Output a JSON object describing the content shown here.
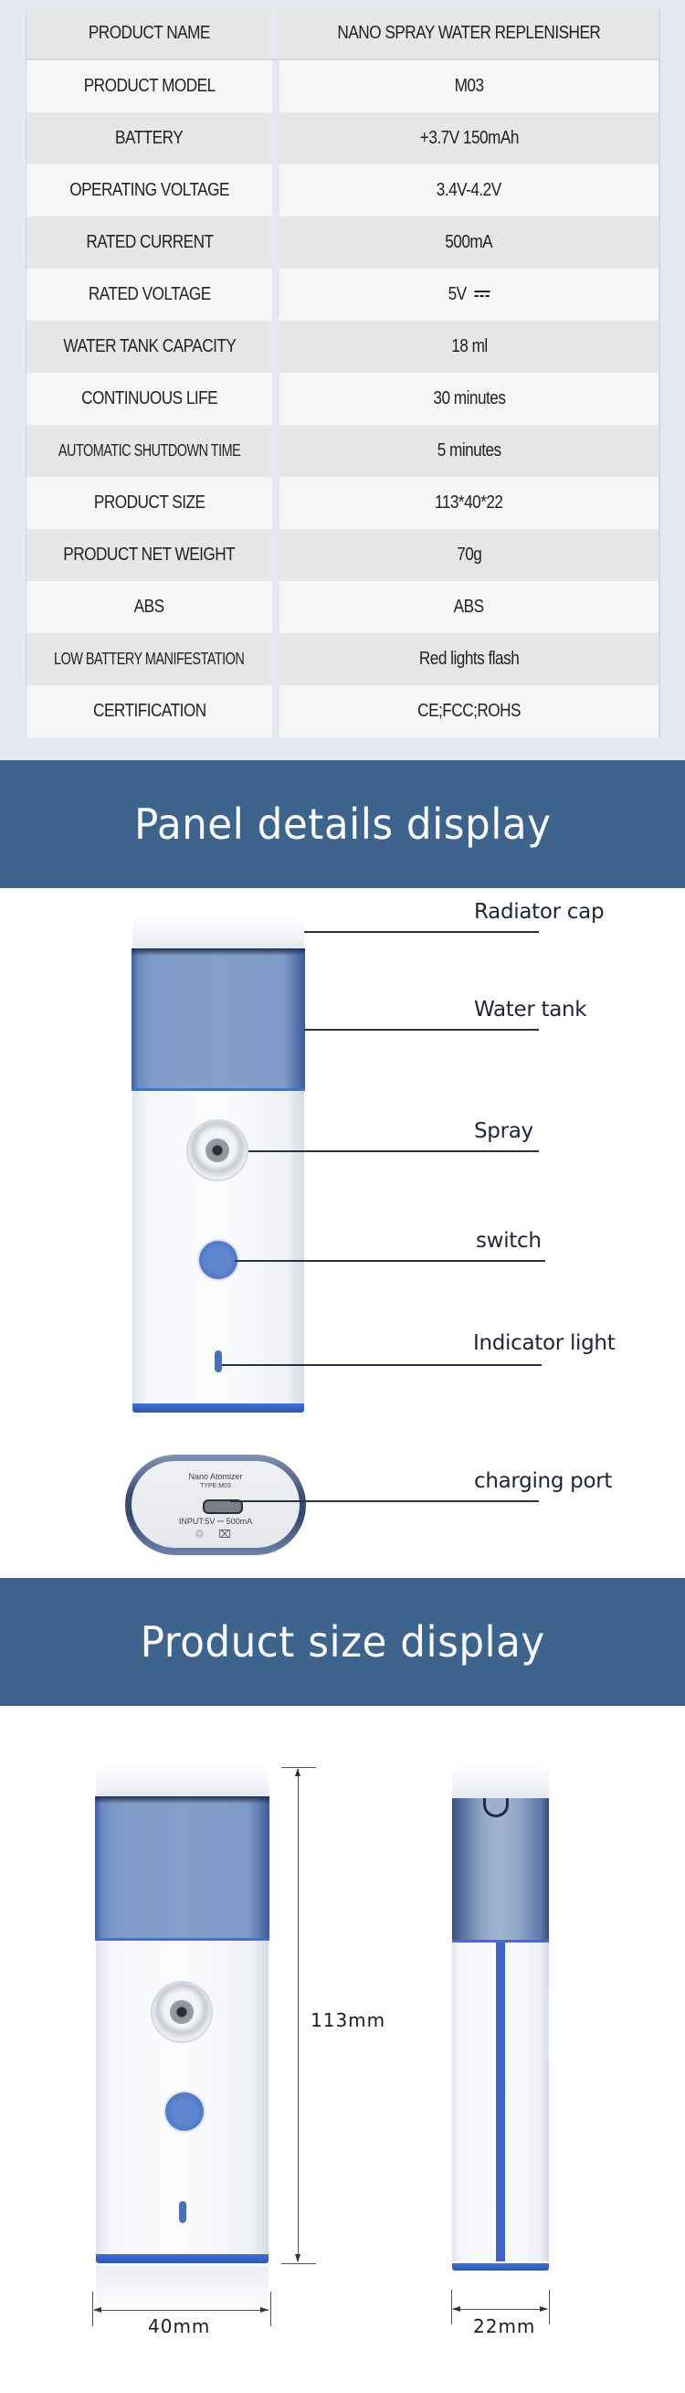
{
  "spec_table": {
    "rows": [
      {
        "label": "PRODUCT NAME",
        "value": "NANO SPRAY WATER REPLENISHER"
      },
      {
        "label": "PRODUCT MODEL",
        "value": "M03"
      },
      {
        "label": "BATTERY",
        "value": "+3.7V 150mAh"
      },
      {
        "label": "OPERATING VOLTAGE",
        "value": "3.4V-4.2V"
      },
      {
        "label": "RATED CURRENT",
        "value": "500mA"
      },
      {
        "label": "RATED VOLTAGE",
        "value": "5V"
      },
      {
        "label": "WATER TANK CAPACITY",
        "value": "18 ml"
      },
      {
        "label": "CONTINUOUS  LIFE",
        "value": "30 minutes"
      },
      {
        "label": "AUTOMATIC SHUTDOWN TIME",
        "value": "5 minutes"
      },
      {
        "label": "PRODUCT SIZE",
        "value": "113*40*22"
      },
      {
        "label": "PRODUCT NET WEIGHT",
        "value": "70g"
      },
      {
        "label": "ABS",
        "value": "ABS"
      },
      {
        "label": "LOW BATTERY MANIFESTATION",
        "value": "Red lights flash"
      },
      {
        "label": "CERTIFICATION",
        "value": "CE;FCC;ROHS"
      }
    ],
    "rated_voltage_symbol": "dc-symbol"
  },
  "panel_section": {
    "title": "Panel details display",
    "callouts": [
      {
        "label": "Radiator cap"
      },
      {
        "label": "Water tank"
      },
      {
        "label": "Spray"
      },
      {
        "label": "switch"
      },
      {
        "label": "Indicator light"
      },
      {
        "label": "charging port"
      }
    ],
    "bottom_view": {
      "title": "Nano Atomizer",
      "type": "TYPE:M03",
      "input": "INPUT:5V ⎓ 500mA",
      "icons": "♲ ⌧"
    }
  },
  "size_section": {
    "title": "Product size display",
    "height_label": "113mm",
    "width_label": "40mm",
    "depth_label": "22mm"
  },
  "colors": {
    "banner": "#3e638c",
    "page_bg_top": "#e4e9f1",
    "row_dark": "#e6e6e6",
    "row_light": "#f6f6f6",
    "tank_blue": "#839fca",
    "accent_blue": "#3f6fd0"
  }
}
